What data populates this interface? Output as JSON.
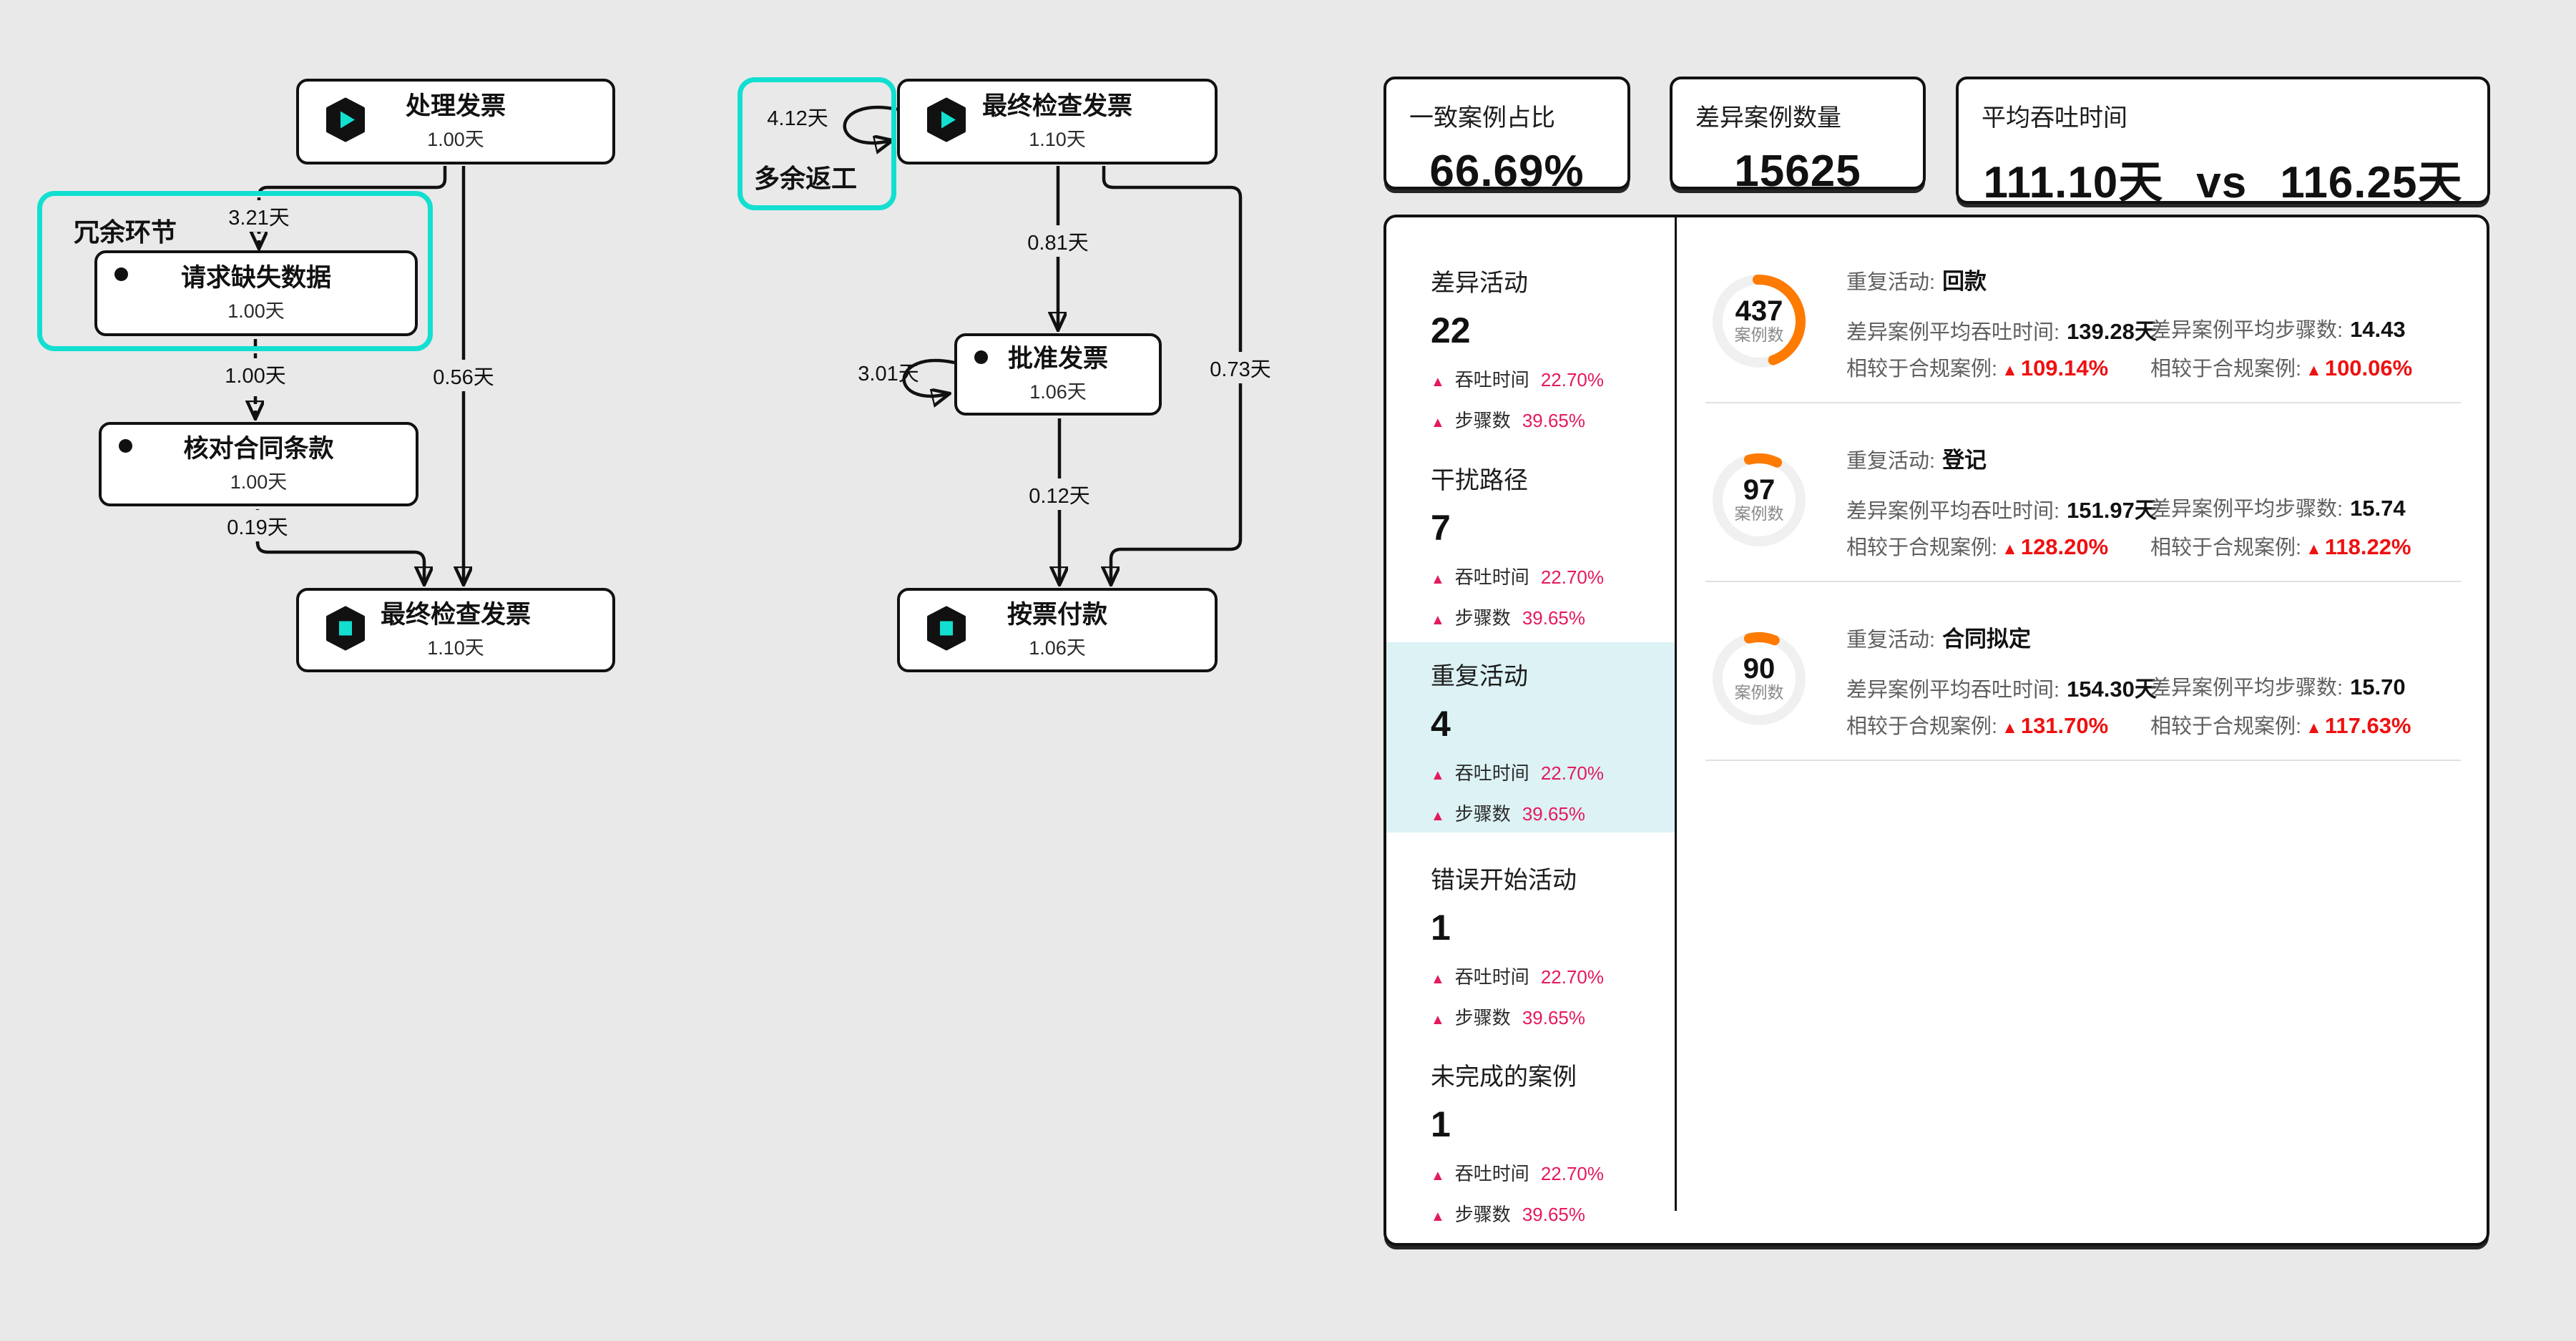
{
  "flow1": {
    "group_label": "冗余环节",
    "nodes": {
      "process_invoice": {
        "title": "处理发票",
        "duration": "1.00天"
      },
      "request_missing_data": {
        "title": "请求缺失数据",
        "duration": "1.00天"
      },
      "check_contract_terms": {
        "title": "核对合同条款",
        "duration": "1.00天"
      },
      "final_check_invoice": {
        "title": "最终检查发票",
        "duration": "1.10天"
      }
    },
    "edges": {
      "a": "3.21天",
      "b": "1.00天",
      "c": "0.56天",
      "d": "0.19天"
    }
  },
  "flow2": {
    "group_label": "多余返工",
    "self_loop_top": "4.12天",
    "self_loop_mid": "3.01天",
    "nodes": {
      "final_check_invoice": {
        "title": "最终检查发票",
        "duration": "1.10天"
      },
      "approve_invoice": {
        "title": "批准发票",
        "duration": "1.06天"
      },
      "pay_by_ticket": {
        "title": "按票付款",
        "duration": "1.06天"
      }
    },
    "edges": {
      "a": "0.81天",
      "b": "0.73天",
      "c": "0.12天"
    }
  },
  "kpis": [
    {
      "label": "一致案例占比",
      "value": "66.69%"
    },
    {
      "label": "差异案例数量",
      "value": "15625"
    },
    {
      "label": "平均吞吐时间",
      "value_left": "111.10天",
      "vs": "vs",
      "value_right": "116.25天"
    }
  ],
  "sidebar": {
    "items": [
      {
        "label": "差异活动",
        "value": "22",
        "throughput_label": "吞吐时间",
        "throughput": "22.70%",
        "steps_label": "步骤数",
        "steps": "39.65%"
      },
      {
        "label": "干扰路径",
        "value": "7",
        "throughput_label": "吞吐时间",
        "throughput": "22.70%",
        "steps_label": "步骤数",
        "steps": "39.65%"
      },
      {
        "label": "重复活动",
        "value": "4",
        "throughput_label": "吞吐时间",
        "throughput": "22.70%",
        "steps_label": "步骤数",
        "steps": "39.65%"
      },
      {
        "label": "错误开始活动",
        "value": "1",
        "throughput_label": "吞吐时间",
        "throughput": "22.70%",
        "steps_label": "步骤数",
        "steps": "39.65%"
      },
      {
        "label": "未完成的案例",
        "value": "1",
        "throughput_label": "吞吐时间",
        "throughput": "22.70%",
        "steps_label": "步骤数",
        "steps": "39.65%"
      }
    ]
  },
  "cards": [
    {
      "donut_percent": 45,
      "count": "437",
      "count_label": "案例数",
      "category_label": "重复活动:",
      "activity": "回款",
      "tp_label": "差异案例平均吞吐时间:",
      "tp_value": "139.28天",
      "steps_label": "差异案例平均步骤数:",
      "steps_value": "14.43",
      "cmp_label": "相较于合规案例:",
      "tp_delta": "109.14%",
      "steps_delta": "100.06%"
    },
    {
      "donut_percent": 11,
      "count": "97",
      "count_label": "案例数",
      "category_label": "重复活动:",
      "activity": "登记",
      "tp_label": "差异案例平均吞吐时间:",
      "tp_value": "151.97天",
      "steps_label": "差异案例平均步骤数:",
      "steps_value": "15.74",
      "cmp_label": "相较于合规案例:",
      "tp_delta": "128.20%",
      "steps_delta": "118.22%"
    },
    {
      "donut_percent": 10,
      "count": "90",
      "count_label": "案例数",
      "category_label": "重复活动:",
      "activity": "合同拟定",
      "tp_label": "差异案例平均吞吐时间:",
      "tp_value": "154.30天",
      "steps_label": "差异案例平均步骤数:",
      "steps_value": "15.70",
      "cmp_label": "相较于合规案例:",
      "tp_delta": "131.70%",
      "steps_delta": "117.63%"
    }
  ]
}
